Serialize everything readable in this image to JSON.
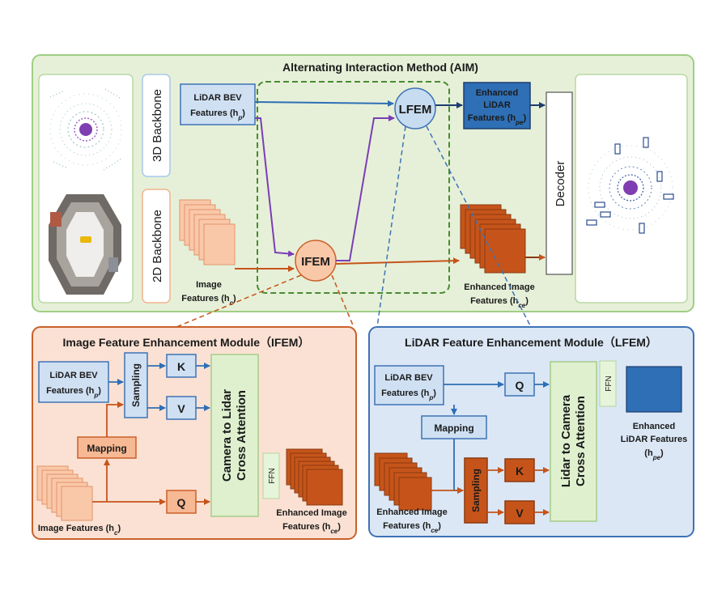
{
  "aim": {
    "title": "Alternating Interaction Method (AIM)",
    "backbone_3d": "3D Backbone",
    "backbone_2d": "2D Backbone",
    "lidar_bev_line1": "LiDAR BEV",
    "lidar_bev_line2": "Features (h",
    "lidar_bev_sub": "p",
    "image_feat_line1": "Image",
    "image_feat_line2": "Features (h",
    "image_feat_sub": "c",
    "ifem": "IFEM",
    "lfem": "LFEM",
    "enh_lidar_line1": "Enhanced",
    "enh_lidar_line2": "LiDAR",
    "enh_lidar_line3": "Features (h",
    "enh_lidar_sub": "pe",
    "enh_image_line1": "Enhanced Image",
    "enh_image_line2": "Features (h",
    "enh_image_sub": "ce",
    "decoder": "Decoder",
    "close_paren": ")"
  },
  "ifem_module": {
    "title": "Image Feature Enhancement Module（IFEM）",
    "lidar_bev_line1": "LiDAR BEV",
    "lidar_bev_line2": "Features (h",
    "lidar_bev_sub": "p",
    "sampling": "Sampling",
    "k": "K",
    "v": "V",
    "q": "Q",
    "mapping": "Mapping",
    "cross_line1": "Camera to Lidar",
    "cross_line2": "Cross Attention",
    "ffn": "FFN",
    "image_feat": "Image Features (h",
    "image_feat_sub": "c",
    "enh_line1": "Enhanced Image",
    "enh_line2": "Features  (h",
    "enh_sub": "ce"
  },
  "lfem_module": {
    "title": "LiDAR Feature Enhancement Module（LFEM）",
    "lidar_bev_line1": "LiDAR BEV",
    "lidar_bev_line2": "Features (h",
    "lidar_bev_sub": "p",
    "q": "Q",
    "k": "K",
    "v": "V",
    "mapping": "Mapping",
    "sampling": "Sampling",
    "cross_line1": "Lidar to Camera",
    "cross_line2": "Cross Attention",
    "ffn": "FFN",
    "enh_img_line1": "Enhanced Image",
    "enh_img_line2": "Features (h",
    "enh_img_sub": "ce",
    "enh_lidar_line1": "Enhanced",
    "enh_lidar_line2": "LiDAR Features",
    "enh_lidar_line3": "(h",
    "enh_lidar_sub": "pe"
  },
  "colors": {
    "green_bg": "#e6f0d8",
    "green_border": "#9fce84",
    "orange_bg": "#fbe1d3",
    "orange_border": "#c9612a",
    "blue_bg": "#dbe7f5",
    "blue_border": "#3e72b5",
    "dark_blue": "#2e6fb5",
    "light_blue_box": "#cfe0f3",
    "orange_feat": "#f9c8a9",
    "dark_orange": "#c6541a",
    "purple": "#7b3db6"
  }
}
